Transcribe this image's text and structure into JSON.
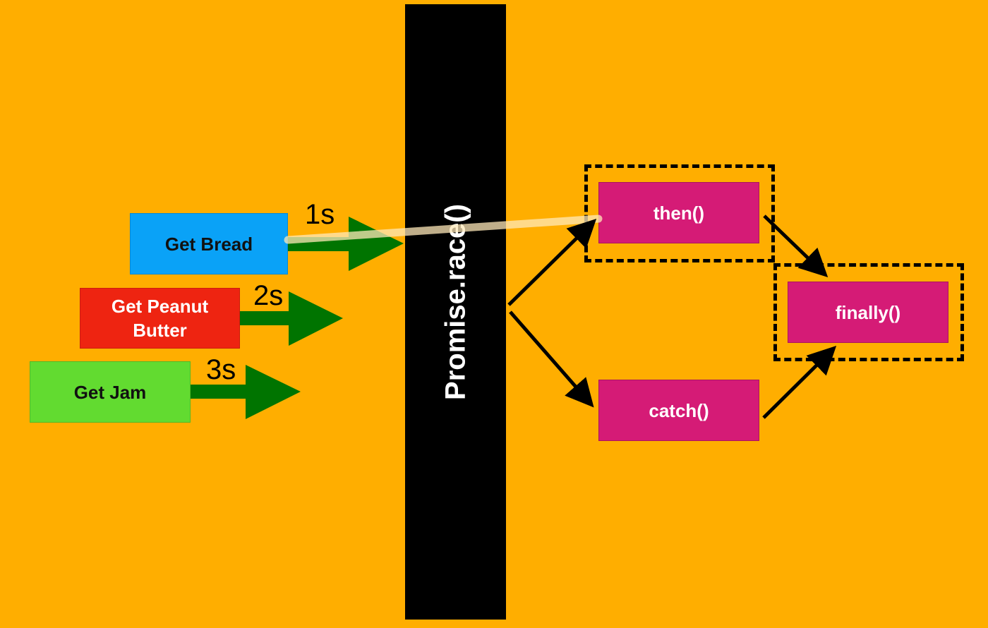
{
  "inputs": {
    "bread": {
      "label": "Get Bread",
      "time": "1s",
      "color": "#0AA2F7",
      "text_color": "#111111"
    },
    "peanut_butter": {
      "label": "Get Peanut Butter",
      "time": "2s",
      "color": "#EE2411",
      "text_color": "#ffffff"
    },
    "jam": {
      "label": "Get Jam",
      "time": "3s",
      "color": "#62DB30",
      "text_color": "#111111"
    }
  },
  "race": {
    "label": "Promise.race()",
    "color": "#000000"
  },
  "handlers": {
    "then": {
      "label": "then()"
    },
    "catch": {
      "label": "catch()"
    },
    "finally": {
      "label": "finally()"
    },
    "color": "#D51B76"
  },
  "colors": {
    "background": "#FFAE00",
    "timing_arrow": "#007400",
    "flow_arrow": "#000000",
    "highlight_line": "#FFE8B8"
  }
}
